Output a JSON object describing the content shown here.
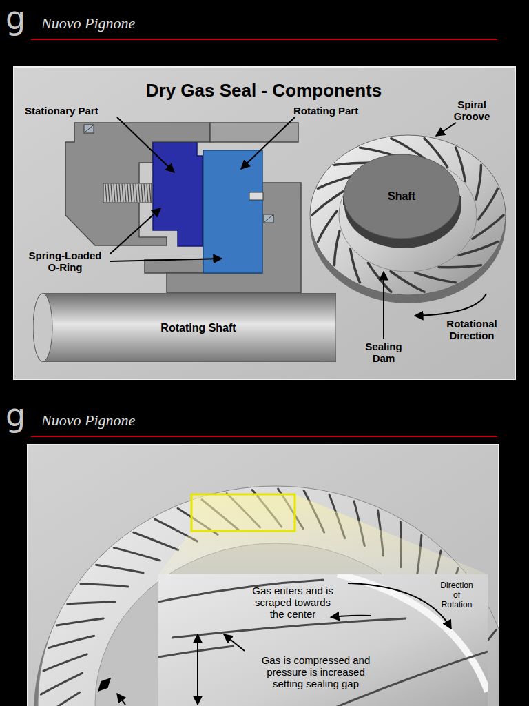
{
  "diagram": {
    "title": "Dry Gas Seal - Components",
    "nodes": [
      {
        "text": [
          "Shaft"
        ]
      },
      {
        "text": [
          "Rotating Shaft"
        ]
      },
      {
        "text": [
          "Gas enters and is scraped towards the center",
          "Gas is compressed and pressure is increased setting sealing gap",
          "Direction of Rotation"
        ]
      }
    ],
    "labels": [
      "g",
      "Nuovo Pignone",
      "Stationary Part",
      "Rotating Part",
      "Spiral Groove",
      "Spring-Loaded O-Ring",
      "Rotational Direction",
      "Sealing Dam",
      "g",
      "Nuovo Pignone"
    ]
  }
}
